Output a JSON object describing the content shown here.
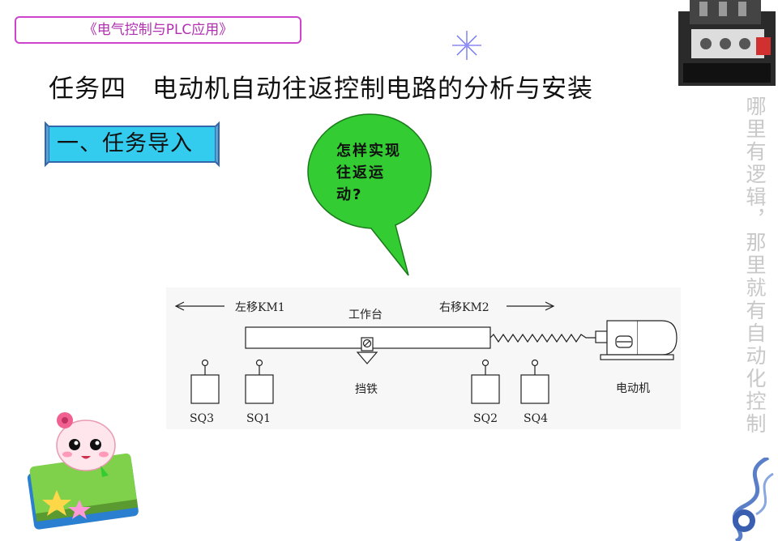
{
  "header": {
    "course_title": "《电气控制与PLC应用》",
    "page_title": "任务四　电动机自动往返控制电路的分析与安装"
  },
  "section": {
    "heading": "一、任务导入"
  },
  "speech_bubble": {
    "text": "怎样实现往返运动?"
  },
  "sidebar": {
    "slogan": "哪里有逻辑，那里就有自动化控制"
  },
  "diagram": {
    "left_move": "左移KM1",
    "right_move": "右移KM2",
    "table_label": "工作台",
    "stop_iron_label": "挡铁",
    "motor_label": "电动机",
    "switches": [
      "SQ3",
      "SQ1",
      "SQ2",
      "SQ4"
    ]
  },
  "colors": {
    "banner_border": "#cc44cc",
    "banner_text": "#b030b0",
    "bubble_fill": "#33cc33",
    "section_fill": "#33ccee",
    "slogan": "#c8c8c8"
  }
}
